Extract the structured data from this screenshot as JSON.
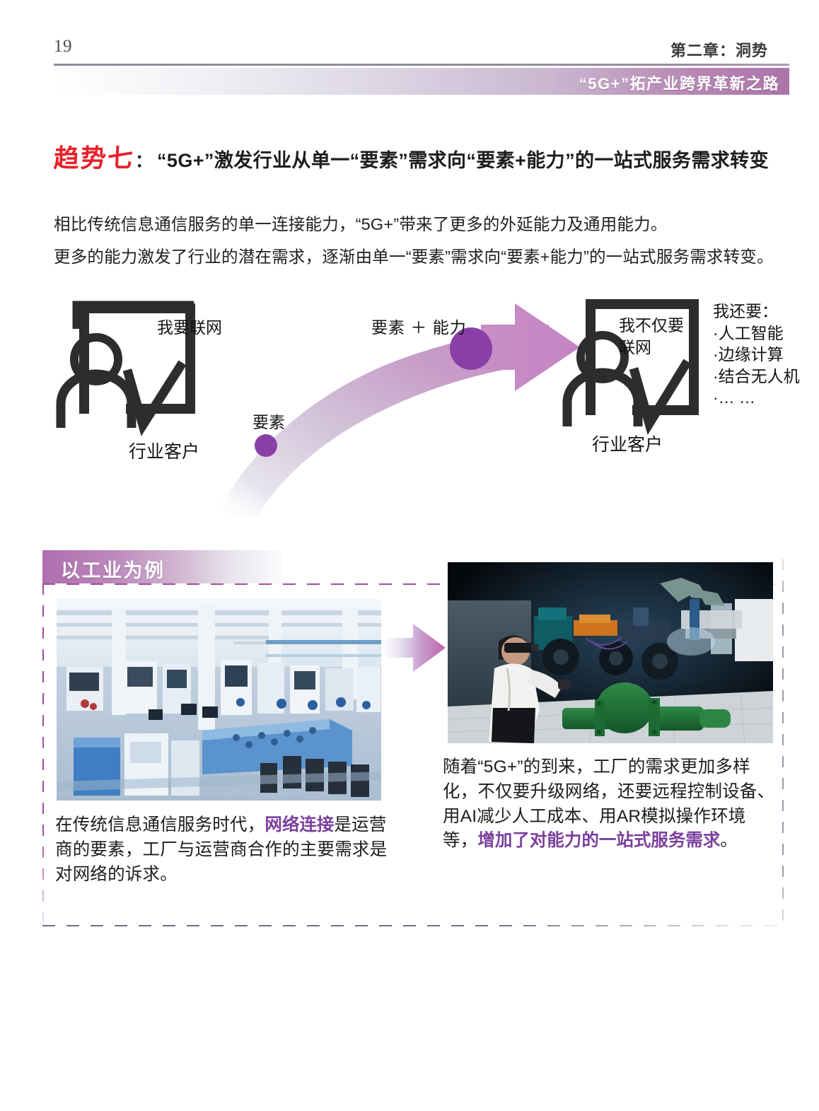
{
  "header": {
    "page_number": "19",
    "chapter": "第二章：洞势",
    "bar_title": "“5G+”拓产业跨界革新之路",
    "accent_purple": "#ab74aa",
    "rule_color": "#8d8d9c"
  },
  "title": {
    "trend_tag": "趋势七",
    "colon": "：",
    "main": "“5G+”激发行业从单一“要素”需求向“要素+能力”的一站式服务需求转变",
    "tag_color": "#e8212b"
  },
  "lead": {
    "p1": "相比传统信息通信服务的单一连接能力，“5G+”带来了更多的外延能力及通用能力。",
    "p2": "更多的能力激发了行业的潜在需求，逐渐由单一“要素”需求向“要素+能力”的一站式服务需求转变。"
  },
  "diagram": {
    "left_bubble": "我要联网",
    "left_customer": "行业客户",
    "element_label": "要素",
    "element_plus_capability": "要素    ＋ 能力",
    "right_bubble_line1": "我不仅要",
    "right_bubble_line2": "联网",
    "right_customer": "行业客户",
    "wants_title": "我还要：",
    "wants_items": [
      "·人工智能",
      "·边缘计算",
      "·结合无人机",
      "·…  …"
    ],
    "arrow_color_start": "#e9e7ef",
    "arrow_color_end": "#c98fc6",
    "dot_color": "#8a3fa8"
  },
  "section": {
    "banner_label": "以工业为例",
    "banner_color": "#b06faf",
    "dash_color_purple": "#a34d9c",
    "dash_color_gray": "#9a97a8"
  },
  "photos": {
    "left_alt": "traditional-factory-floor-photo",
    "right_alt": "ar-vr-remote-operation-photo"
  },
  "captions": {
    "left": {
      "part1": "在传统信息通信服务时代，",
      "highlight": "网络连接",
      "part2": "是运营商的要素，工厂与运营商合作的主要需求是对网络的诉求。"
    },
    "right": {
      "part1": "随着“5G+”的到来，工厂的需求更加多样化，不仅要升级网络，还要远程控制设备、用AI减少人工成本、用AR模拟操作环境等，",
      "highlight": "增加了对能力的一站式服务需求",
      "part2": "。"
    },
    "highlight_color": "#7b3f9d"
  }
}
